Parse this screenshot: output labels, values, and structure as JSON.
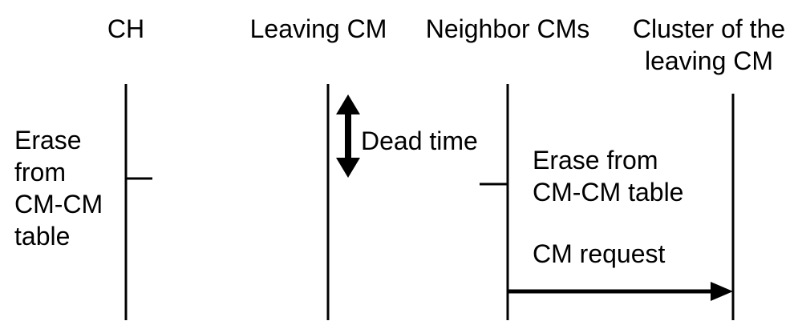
{
  "diagram": {
    "title": "",
    "participants": [
      {
        "name": "CH"
      },
      {
        "name": "Leaving CM"
      },
      {
        "name": "Neighbor CMs"
      },
      {
        "name": "Cluster of the leaving CM",
        "line1": "Cluster of the",
        "line2": "leaving CM"
      }
    ],
    "annotations": {
      "ch_action": [
        "Erase",
        "from",
        "CM-CM",
        "table"
      ],
      "dead_time": "Dead time",
      "neighbor_action": [
        "Erase from",
        "CM-CM table"
      ]
    },
    "messages": [
      {
        "label": "CM request",
        "from": "Neighbor CMs",
        "to": "Cluster of the leaving CM"
      }
    ],
    "colors": {
      "line": "#000000",
      "text": "#000000",
      "background": "#ffffff"
    }
  }
}
